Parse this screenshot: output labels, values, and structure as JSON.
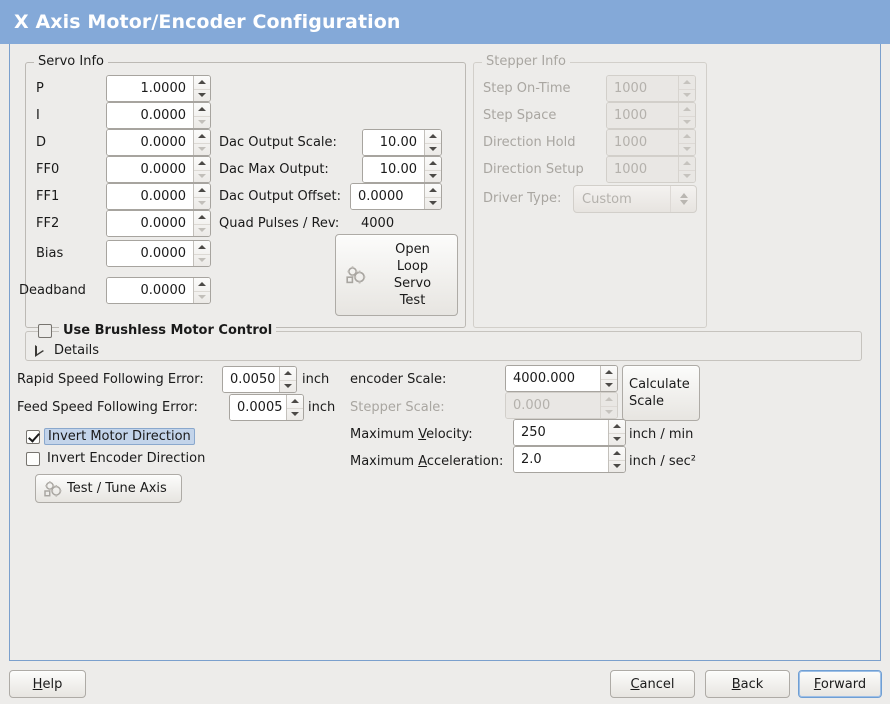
{
  "window": {
    "title": "X Axis Motor/Encoder Configuration",
    "titlebar_color": "#84a9d8",
    "background_color": "#edecea"
  },
  "servo_info": {
    "legend": "Servo Info",
    "fields": [
      {
        "label": "P",
        "value": "1.0000",
        "down_dim": false
      },
      {
        "label": "I",
        "value": "0.0000",
        "down_dim": true
      },
      {
        "label": "D",
        "value": "0.0000",
        "down_dim": true
      },
      {
        "label": "FF0",
        "value": "0.0000",
        "down_dim": true
      },
      {
        "label": "FF1",
        "value": "0.0000",
        "down_dim": true
      },
      {
        "label": "FF2",
        "value": "0.0000",
        "down_dim": true
      },
      {
        "label": "Bias",
        "value": "0.0000",
        "down_dim": true
      },
      {
        "label": "Deadband",
        "value": "0.0000",
        "down_dim": true
      }
    ],
    "dac": [
      {
        "label": "Dac Output Scale:",
        "value": "10.00",
        "down_dim": false
      },
      {
        "label": "Dac Max Output:",
        "value": "10.00",
        "down_dim": false
      },
      {
        "label": "Dac Output Offset:",
        "value": "0.0000",
        "down_dim": false
      }
    ],
    "quad_pulses_label": "Quad Pulses / Rev:",
    "quad_pulses_value": "4000",
    "open_loop_button": {
      "line1": "Open",
      "line2": "Loop",
      "line3": "Servo",
      "line4": "Test",
      "icon": "cogs-icon"
    }
  },
  "stepper_info": {
    "legend": "Stepper Info",
    "disabled": true,
    "fields": [
      {
        "label": "Step On-Time",
        "value": "1000"
      },
      {
        "label": "Step Space",
        "value": "1000"
      },
      {
        "label": "Direction Hold",
        "value": "1000"
      },
      {
        "label": "Direction Setup",
        "value": "1000"
      }
    ],
    "driver_type_label": "Driver Type:",
    "driver_type_value": "Custom"
  },
  "brushless": {
    "checkbox_label": "Use Brushless Motor Control",
    "checked": false,
    "details_label": "Details",
    "expanded": false
  },
  "following_errors": {
    "rapid_label": "Rapid Speed Following Error:",
    "rapid_value": "0.0050",
    "rapid_unit": "inch",
    "feed_label": "Feed Speed Following Error:",
    "feed_value": "0.0005",
    "feed_unit": "inch"
  },
  "invert": {
    "motor_label": "Invert Motor Direction",
    "motor_checked": true,
    "motor_selected": true,
    "encoder_label": "Invert Encoder Direction",
    "encoder_checked": false
  },
  "test_tune_button": {
    "label": "Test / Tune Axis",
    "icon": "cogs-icon"
  },
  "scales": {
    "encoder_label": "encoder Scale:",
    "encoder_value": "4000.000",
    "stepper_label": "Stepper Scale:",
    "stepper_value": "0.000",
    "stepper_disabled": true,
    "calculate_button_line1": "Calculate",
    "calculate_button_line2": "Scale",
    "max_velocity_label_pre": "Maximum ",
    "max_velocity_label_acc": "V",
    "max_velocity_label_post": "elocity:",
    "max_velocity_value": "250",
    "max_velocity_unit": "inch / min",
    "max_accel_label_pre": "Maximum ",
    "max_accel_label_acc": "A",
    "max_accel_label_post": "cceleration:",
    "max_accel_value": "2.0",
    "max_accel_unit": "inch / sec²"
  },
  "footer": {
    "help_pre": "",
    "help_acc": "H",
    "help_post": "elp",
    "cancel_pre": "",
    "cancel_acc": "C",
    "cancel_post": "ancel",
    "back_pre": "",
    "back_acc": "B",
    "back_post": "ack",
    "forward_pre": "",
    "forward_acc": "F",
    "forward_post": "orward",
    "forward_focused": true
  }
}
